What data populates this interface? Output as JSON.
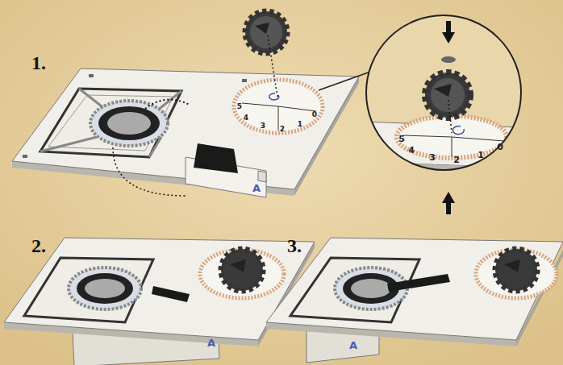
{
  "diagram": {
    "labels": [
      "1.",
      "2.",
      "3.",
      "A",
      "A",
      "A",
      "0",
      "1",
      "2",
      "3",
      "4",
      "5",
      "0",
      "1",
      "2",
      "3",
      "4",
      "5"
    ]
  }
}
